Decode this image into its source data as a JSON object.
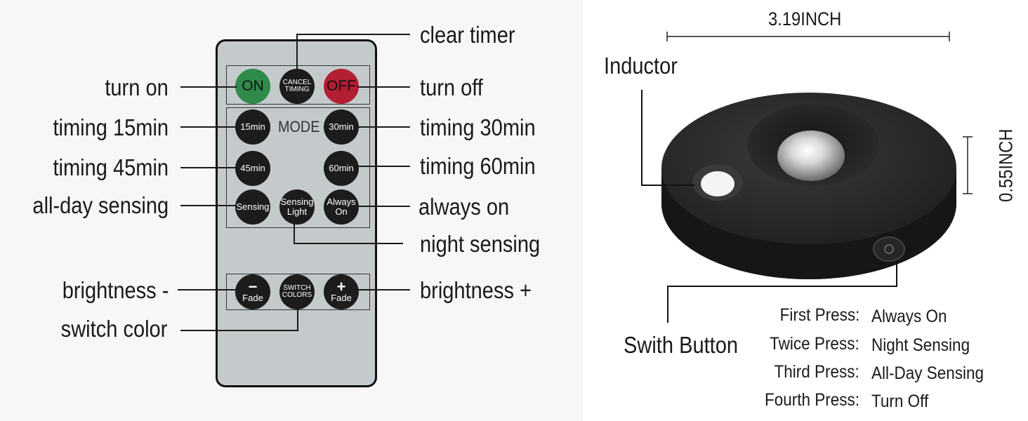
{
  "remote": {
    "buttons": {
      "on": "ON",
      "cancel": [
        "CANCEL",
        "TIMING"
      ],
      "off": "OFF",
      "mode": "MODE",
      "t15": "15min",
      "t30": "30min",
      "t45": "45min",
      "t60": "60min",
      "sensing": "Sensing",
      "sensing_light": [
        "Sensing",
        "Light"
      ],
      "always_on": [
        "Always",
        "On"
      ],
      "fade_minus": {
        "symbol": "−",
        "label": "Fade"
      },
      "switch_colors": [
        "SWITCH",
        "COLORS"
      ],
      "fade_plus": {
        "symbol": "+",
        "label": "Fade"
      }
    },
    "callouts": {
      "clear_timer": "clear timer",
      "turn_on": "turn on",
      "turn_off": "turn off",
      "timing_15": "timing 15min",
      "timing_30": "timing 30min",
      "timing_45": "timing 45min",
      "timing_60": "timing 60min",
      "all_day": "all-day sensing",
      "always_on": "always on",
      "night": "night sensing",
      "bright_minus": "brightness -",
      "bright_plus": "brightness +",
      "switch_color": "switch color"
    }
  },
  "device": {
    "width_label": "3.19INCH",
    "height_label": "0.55INCH",
    "inductor": "Inductor",
    "switch_button": "Swith Button",
    "presses": [
      {
        "key": "First Press:",
        "value": "Always On"
      },
      {
        "key": "Twice Press:",
        "value": "Night Sensing"
      },
      {
        "key": "Third Press:",
        "value": "All-Day Sensing"
      },
      {
        "key": "Fourth Press:",
        "value": "Turn Off"
      }
    ]
  },
  "colors": {
    "on_green": "#2e8b4a",
    "off_red": "#b21e32",
    "remote_body": "#c4cacc",
    "puck": "#222222"
  }
}
